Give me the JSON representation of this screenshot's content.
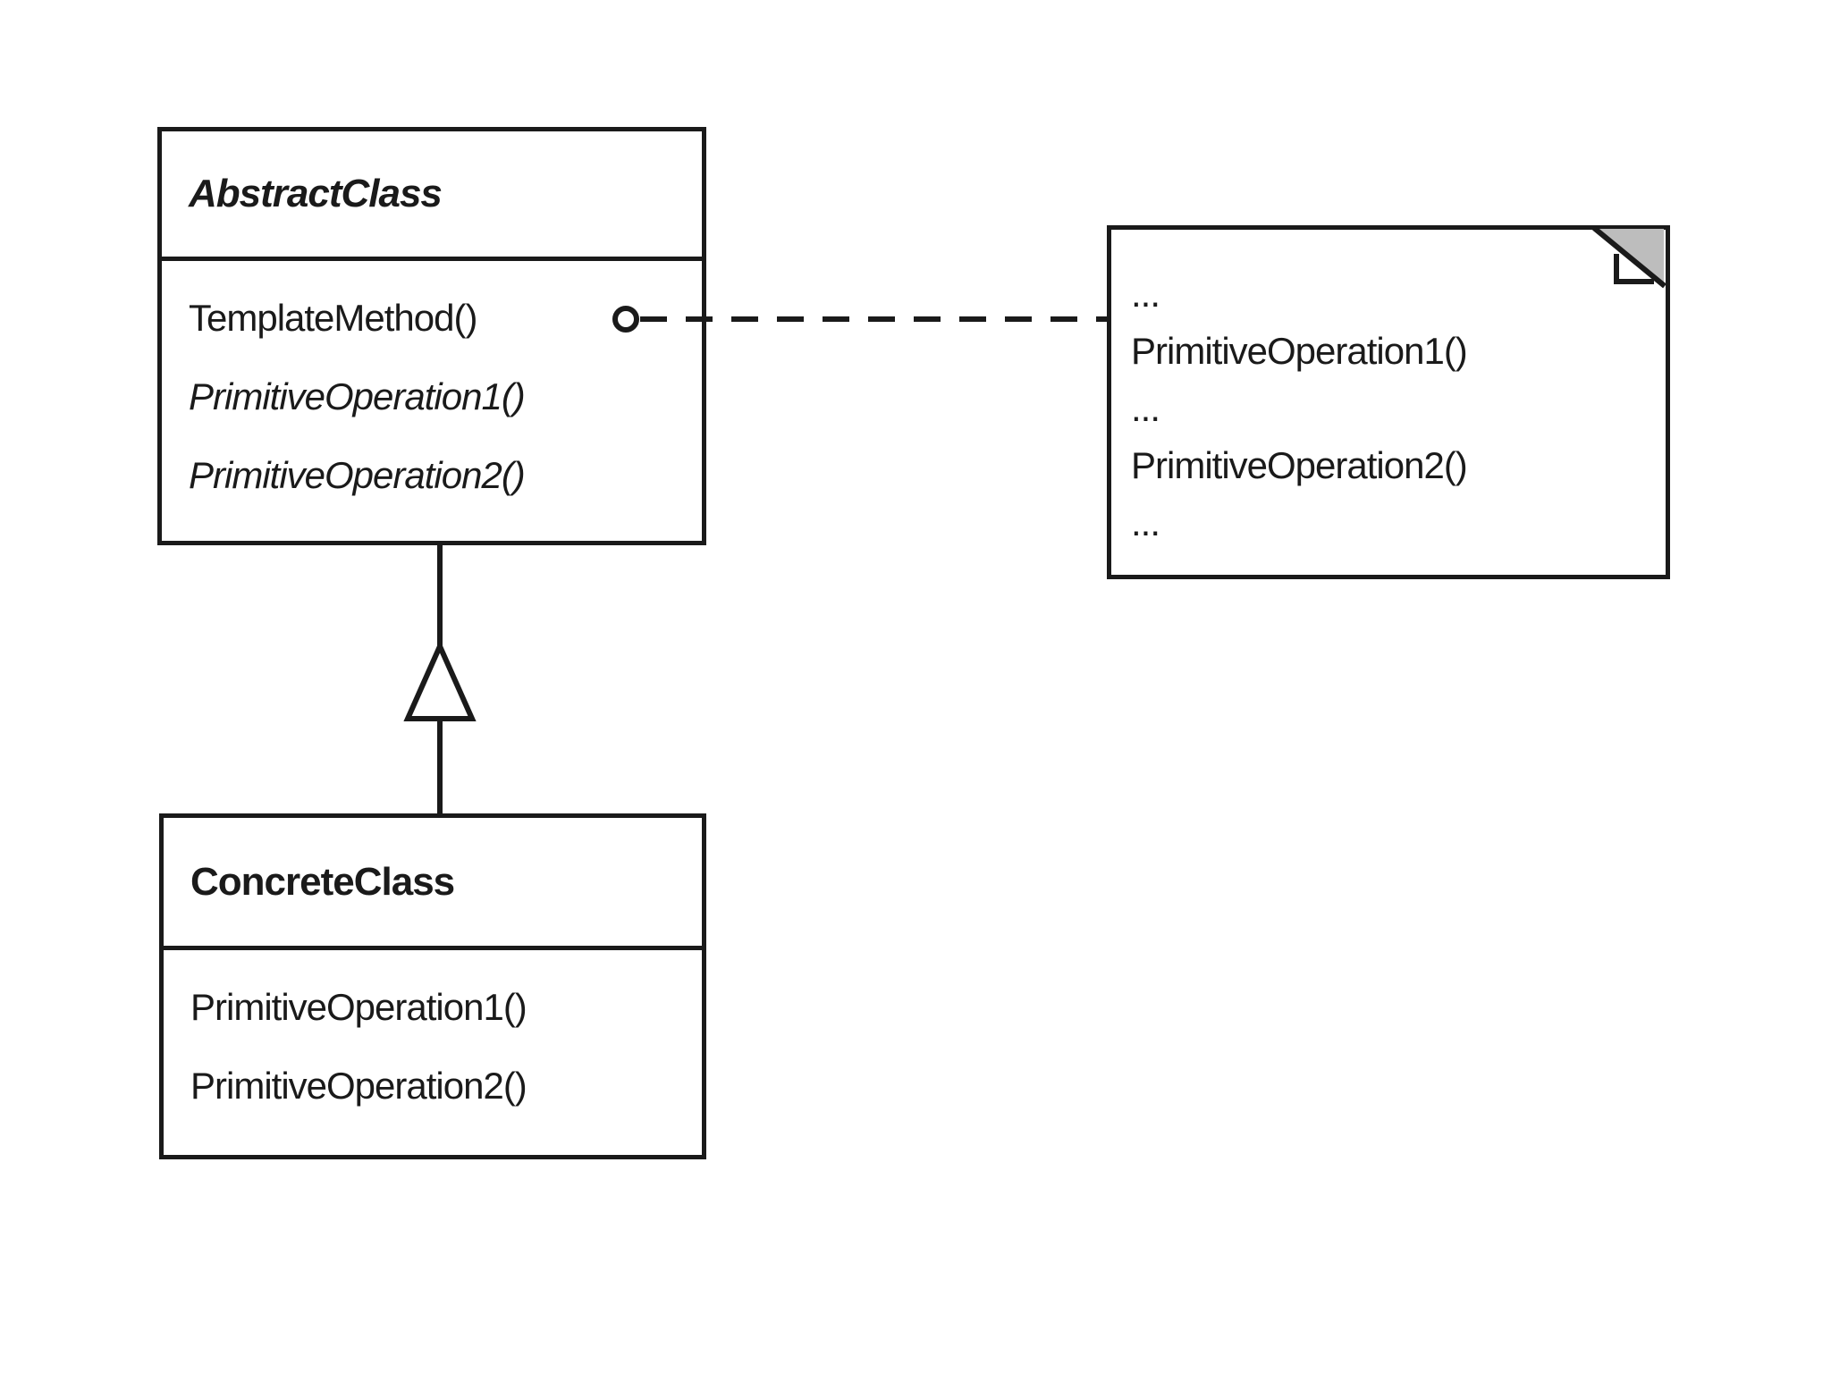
{
  "abstract_class": {
    "name": "AbstractClass",
    "methods": [
      "TemplateMethod()",
      "PrimitiveOperation1()",
      "PrimitiveOperation2()"
    ]
  },
  "concrete_class": {
    "name": "ConcreteClass",
    "methods": [
      "PrimitiveOperation1()",
      "PrimitiveOperation2()"
    ]
  },
  "note": {
    "lines": [
      "...",
      "PrimitiveOperation1()",
      "...",
      "PrimitiveOperation2()",
      "..."
    ]
  },
  "colors": {
    "line": "#1a1a1a",
    "background": "#ffffff",
    "note_fold": "#bdbdbd"
  }
}
